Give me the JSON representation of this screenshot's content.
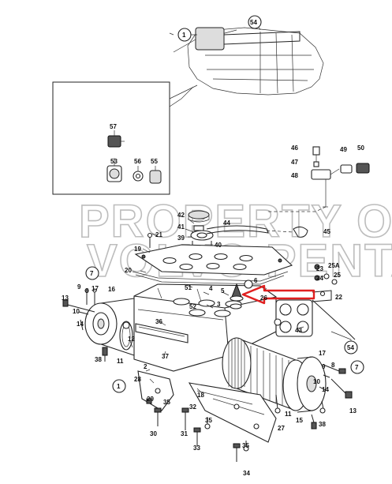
{
  "watermark": {
    "line1": "PROPERTY OF",
    "line2": "VOLVO PENTA"
  },
  "callouts": [
    {
      "id": "c54-top",
      "text": "54"
    },
    {
      "id": "c1-top",
      "text": "1"
    },
    {
      "id": "c57",
      "text": "57"
    },
    {
      "id": "c53",
      "text": "53"
    },
    {
      "id": "c56",
      "text": "56"
    },
    {
      "id": "c55",
      "text": "55"
    },
    {
      "id": "c46",
      "text": "46"
    },
    {
      "id": "c47",
      "text": "47"
    },
    {
      "id": "c48",
      "text": "48"
    },
    {
      "id": "c49",
      "text": "49"
    },
    {
      "id": "c50",
      "text": "50"
    },
    {
      "id": "c42",
      "text": "42"
    },
    {
      "id": "c41",
      "text": "41"
    },
    {
      "id": "c39",
      "text": "39"
    },
    {
      "id": "c21",
      "text": "21"
    },
    {
      "id": "c19",
      "text": "19"
    },
    {
      "id": "c44",
      "text": "44"
    },
    {
      "id": "c40",
      "text": "40"
    },
    {
      "id": "c45",
      "text": "45"
    },
    {
      "id": "c20",
      "text": "20"
    },
    {
      "id": "c7-left",
      "text": "7"
    },
    {
      "id": "c23",
      "text": "23"
    },
    {
      "id": "c25A",
      "text": "25A"
    },
    {
      "id": "c24",
      "text": "24"
    },
    {
      "id": "c25-right",
      "text": "25"
    },
    {
      "id": "c51",
      "text": "51"
    },
    {
      "id": "c4",
      "text": "4"
    },
    {
      "id": "c5",
      "text": "5"
    },
    {
      "id": "c6",
      "text": "6"
    },
    {
      "id": "c26",
      "text": "26"
    },
    {
      "id": "c22",
      "text": "22"
    },
    {
      "id": "c9-left",
      "text": "9"
    },
    {
      "id": "c8-left",
      "text": "8"
    },
    {
      "id": "c17-left",
      "text": "17"
    },
    {
      "id": "c16",
      "text": "16"
    },
    {
      "id": "c13-left",
      "text": "13"
    },
    {
      "id": "c10",
      "text": "10"
    },
    {
      "id": "c14",
      "text": "14"
    },
    {
      "id": "c52",
      "text": "52"
    },
    {
      "id": "c3",
      "text": "3"
    },
    {
      "id": "c36",
      "text": "36"
    },
    {
      "id": "c12",
      "text": "12"
    },
    {
      "id": "c43",
      "text": "43"
    },
    {
      "id": "c38-left",
      "text": "38"
    },
    {
      "id": "c11-left",
      "text": "11"
    },
    {
      "id": "c37",
      "text": "37"
    },
    {
      "id": "c2",
      "text": "2"
    },
    {
      "id": "c54-right",
      "text": "54"
    },
    {
      "id": "c17-right",
      "text": "17"
    },
    {
      "id": "c9-right",
      "text": "9"
    },
    {
      "id": "c8-right",
      "text": "8"
    },
    {
      "id": "c7-right",
      "text": "7"
    },
    {
      "id": "c1-bottom",
      "text": "1"
    },
    {
      "id": "c28",
      "text": "28"
    },
    {
      "id": "c18",
      "text": "18"
    },
    {
      "id": "c10-right",
      "text": "10"
    },
    {
      "id": "c14-right",
      "text": "14"
    },
    {
      "id": "c13-right",
      "text": "13"
    },
    {
      "id": "c29",
      "text": "29"
    },
    {
      "id": "c35-a",
      "text": "35"
    },
    {
      "id": "c32",
      "text": "32"
    },
    {
      "id": "c35-b",
      "text": "35"
    },
    {
      "id": "c11-right",
      "text": "11"
    },
    {
      "id": "c15",
      "text": "15"
    },
    {
      "id": "c38-right",
      "text": "38"
    },
    {
      "id": "c27",
      "text": "27"
    },
    {
      "id": "c30",
      "text": "30"
    },
    {
      "id": "c31",
      "text": "31"
    },
    {
      "id": "c33",
      "text": "33"
    },
    {
      "id": "c35-c",
      "text": "35"
    },
    {
      "id": "c34",
      "text": "34"
    }
  ],
  "colors": {
    "highlight_arrow": "#e02020",
    "ink": "#222222",
    "watermark": "#bdbdbd"
  },
  "icons": {
    "highlight": "red-outline-arrow-icon"
  }
}
